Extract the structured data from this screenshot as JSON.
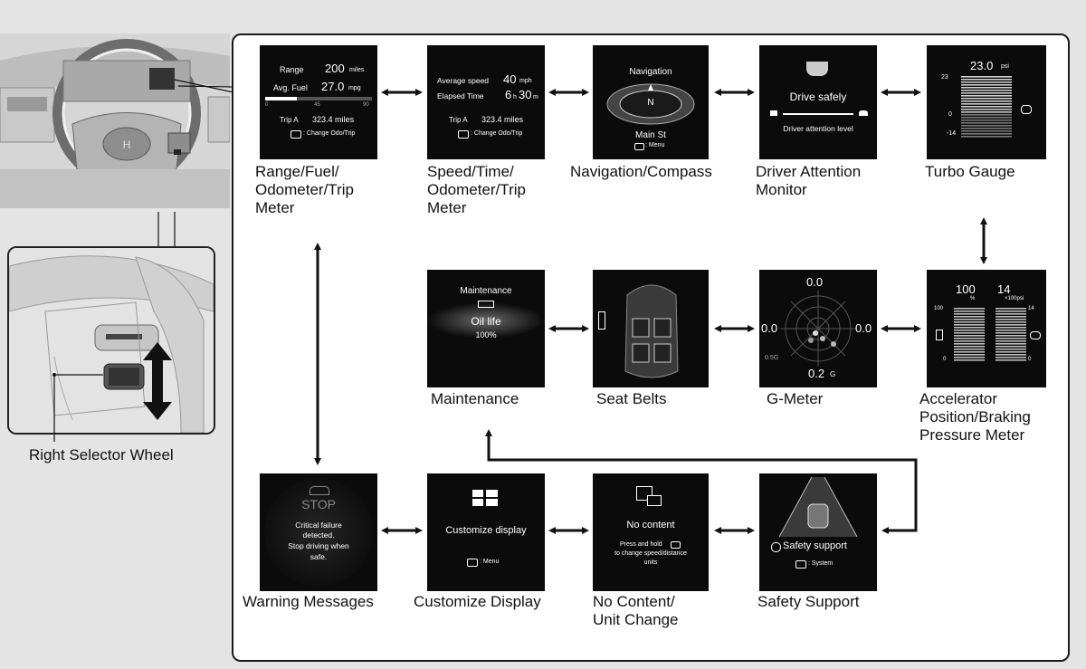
{
  "selector_label": "Right Selector Wheel",
  "screens": {
    "range": {
      "caption": "Range/Fuel/\nOdometer/Trip\nMeter",
      "range_label": "Range",
      "range_value": "200",
      "range_unit": "miles",
      "fuel_label": "Avg. Fuel",
      "fuel_value": "27.0",
      "fuel_unit": "mpg",
      "bar_ticks": [
        "0",
        "45",
        "90"
      ],
      "fuel_bar_fraction": 0.3,
      "trip_label": "Trip A",
      "trip_value": "323.4 miles",
      "hint": ": Change Odo/Trip"
    },
    "speed": {
      "caption": "Speed/Time/\nOdometer/Trip\nMeter",
      "avg_label": "Average speed",
      "avg_value": "40",
      "avg_unit": "mph",
      "elapsed_label": "Elapsed Time",
      "hours": "6",
      "h_unit": "h",
      "minutes": "30",
      "m_unit": "m",
      "trip_label": "Trip A",
      "trip_value": "323.4 miles",
      "hint": ": Change Odo/Trip"
    },
    "nav": {
      "caption": "Navigation/Compass",
      "title": "Navigation",
      "heading": "N",
      "street": "Main St",
      "hint": ": Menu"
    },
    "attention": {
      "caption": "Driver Attention\nMonitor",
      "message": "Drive safely",
      "sub": "Driver attention level"
    },
    "turbo": {
      "caption": "Turbo Gauge",
      "value": "23.0",
      "unit": "psi",
      "ticks": [
        "23",
        "0",
        "-14"
      ]
    },
    "accel": {
      "caption": "Accelerator\nPosition/Braking\nPressure Meter",
      "left_value": "100",
      "left_unit": "%",
      "right_value": "14",
      "right_unit": "×100psi",
      "left_ticks": [
        "100",
        "0"
      ],
      "right_ticks": [
        "14",
        "0"
      ]
    },
    "gmeter": {
      "caption": "G-Meter",
      "top": "0.0",
      "left": "0.0",
      "right": "0.0",
      "ring": "0.5G",
      "bottom": "0.2",
      "bottom_unit": "G"
    },
    "seatbelts": {
      "caption": "Seat Belts"
    },
    "maintenance": {
      "caption": "Maintenance",
      "title": "Maintenance",
      "oil_label": "Oil life",
      "oil_value": "100%"
    },
    "warning": {
      "caption": "Warning Messages",
      "stop": "STOP",
      "line1": "Critical failure",
      "line2": "detected.",
      "line3": "Stop driving when",
      "line4": "safe."
    },
    "customize": {
      "caption": "Customize Display",
      "title": "Customize display",
      "hint": ": Menu"
    },
    "nocontent": {
      "caption": "No Content/\nUnit Change",
      "title": "No content",
      "line1": "Press and hold",
      "line2": "to change speed/distance",
      "line3": "units"
    },
    "safety": {
      "caption": "Safety Support",
      "title": "Safety support",
      "hint": ": System"
    }
  },
  "colors": {
    "screen_bg": "#0b0b0b",
    "frame_bg": "#ffffff",
    "page_bg": "#e4e4e4",
    "arrow": "#111111"
  }
}
